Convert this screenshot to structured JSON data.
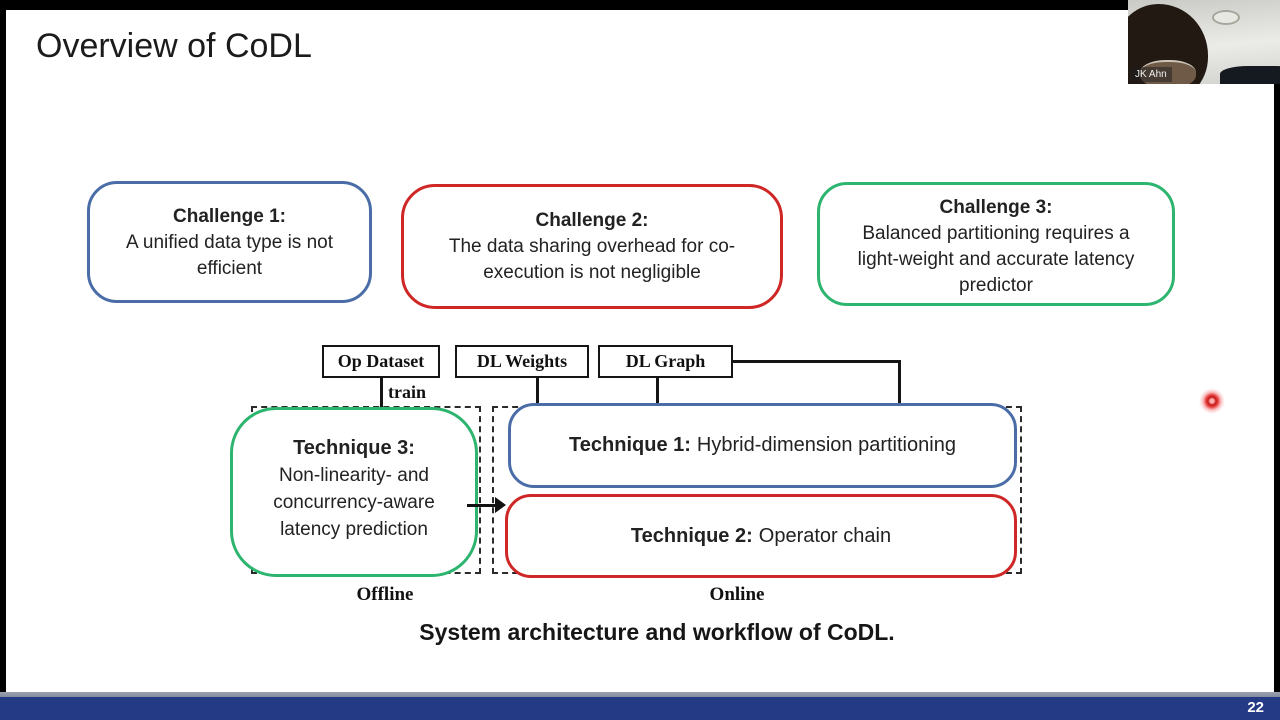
{
  "slide": {
    "title": "Overview of CoDL",
    "caption": "System architecture and workflow of CoDL.",
    "page_number": "22"
  },
  "challenges": [
    {
      "title": "Challenge 1:",
      "lines": [
        "A unified data type is not",
        "efficient"
      ],
      "color": "#4a6da7"
    },
    {
      "title": "Challenge 2:",
      "lines": [
        "The data sharing overhead for co-",
        "execution is not negligible"
      ],
      "color": "#cf2626"
    },
    {
      "title": "Challenge 3:",
      "lines": [
        "Balanced partitioning requires a",
        "light-weight and accurate latency",
        "predictor"
      ],
      "color": "#2db56f"
    }
  ],
  "diagram": {
    "inputs": [
      {
        "label": "Op Dataset"
      },
      {
        "label": "DL Weights"
      },
      {
        "label": "DL Graph"
      }
    ],
    "train_label": "train",
    "techniques": [
      {
        "title": "Technique 3:",
        "lines": [
          "Non-linearity- and",
          "concurrency-aware",
          "latency prediction"
        ],
        "color": "#2db56f",
        "phase": "Offline"
      },
      {
        "title": "Technique 1:",
        "body": "Hybrid-dimension partitioning",
        "color": "#4a6da7",
        "phase": "Online"
      },
      {
        "title": "Technique 2:",
        "body": "Operator chain",
        "color": "#cf2626",
        "phase": "Online"
      }
    ],
    "phase_labels": {
      "offline": "Offline",
      "online": "Online"
    }
  },
  "webcam": {
    "name_label": "JK Ahn"
  },
  "colors": {
    "challenge1_border": "#4a6da7",
    "challenge2_border": "#cf2626",
    "challenge3_border": "#2db56f",
    "bottom_bar": "#253a84",
    "bottom_divider": "#8b92a4",
    "laser_dot": "#c41616"
  }
}
